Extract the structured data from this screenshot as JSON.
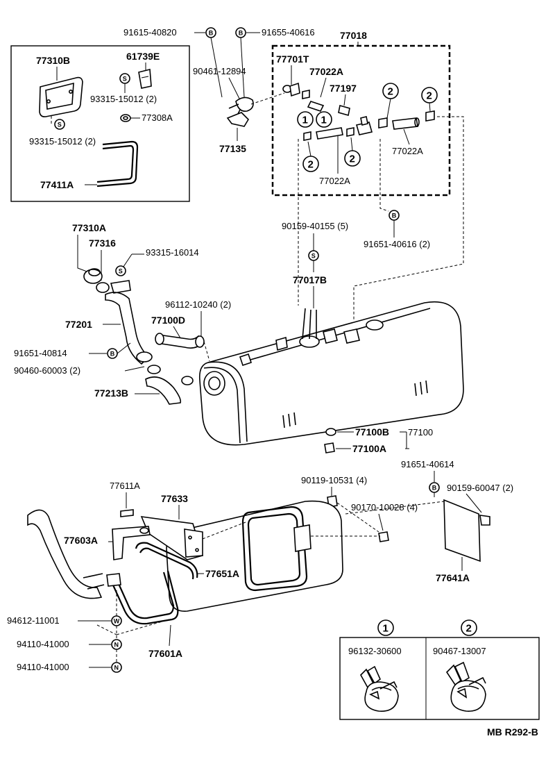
{
  "labels": {
    "p77018": "77018",
    "p91615_40820": "91615-40820",
    "p91655_40616": "91655-40616",
    "p90461_12894": "90461-12894",
    "p77135": "77135",
    "p77701T": "77701T",
    "p77022A_top": "77022A",
    "p77197": "77197",
    "p77022A_right": "77022A",
    "p77022A_bottom": "77022A",
    "p77310B": "77310B",
    "p61739E": "61739E",
    "p93315_15012_a": "93315-15012 (2)",
    "p77308A": "77308A",
    "p93315_15012_b": "93315-15012 (2)",
    "p77411A": "77411A",
    "p90159_40155": "90159-40155 (5)",
    "p91651_40616": "91651-40616 (2)",
    "p77017B": "77017B",
    "p77310A": "77310A",
    "p77316": "77316",
    "p93315_16014": "93315-16014",
    "p96112_10240": "96112-10240 (2)",
    "p77201": "77201",
    "p77100D": "77100D",
    "p91651_40814": "91651-40814",
    "p90460_60003": "90460-60003 (2)",
    "p77213B": "77213B",
    "p77100B": "77100B",
    "p77100": "77100",
    "p77100A": "77100A",
    "p91651_40614": "91651-40614",
    "p90159_60047": "90159-60047 (2)",
    "p77611A": "77611A",
    "p77633": "77633",
    "p90119_10531": "90119-10531 (4)",
    "p90170_10028": "90170-10028 (4)",
    "p77603A": "77603A",
    "p77651A": "77651A",
    "p77641A": "77641A",
    "p94612_11001": "94612-11001",
    "p94110_41000_a": "94110-41000",
    "p94110_41000_b": "94110-41000",
    "p77601A": "77601A",
    "p96132_30600": "96132-30600",
    "p90467_13007": "90467-13007",
    "ref": "MB R292-B"
  },
  "symbols": {
    "B": "B",
    "S": "S",
    "W": "W",
    "N": "N",
    "one": "1",
    "two": "2"
  }
}
